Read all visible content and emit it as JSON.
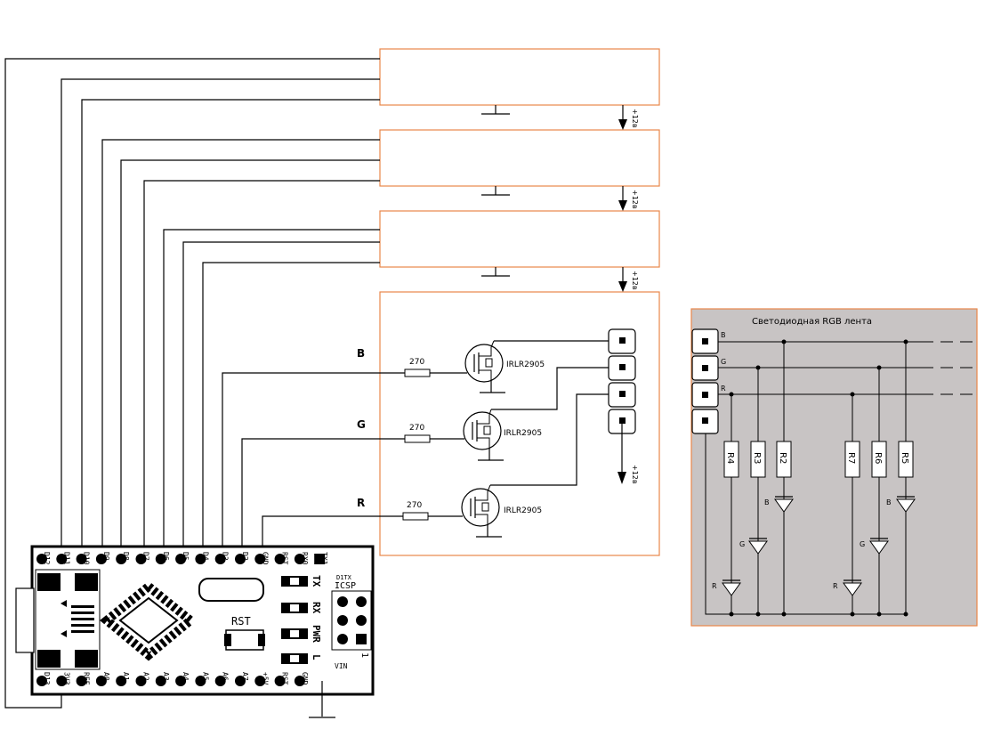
{
  "modules": {
    "supply_label": "+12в"
  },
  "driver": {
    "channels": [
      {
        "name": "B",
        "resistor": "270",
        "transistor": "IRLR2905"
      },
      {
        "name": "G",
        "resistor": "270",
        "transistor": "IRLR2905"
      },
      {
        "name": "R",
        "resistor": "270",
        "transistor": "IRLR2905"
      }
    ],
    "supply_label": "+12в"
  },
  "led_strip": {
    "title": "Светодиодная RGB лента",
    "bus_labels": [
      "B",
      "G",
      "R"
    ],
    "resistors": [
      "R4",
      "R3",
      "R2",
      "R7",
      "R6",
      "R5"
    ],
    "led_labels": [
      "B",
      "G",
      "R",
      "B",
      "G",
      "R"
    ]
  },
  "board": {
    "top_pins": [
      "D12",
      "D11",
      "D10",
      "D9",
      "D8",
      "D7",
      "D6",
      "D5",
      "D4",
      "D3",
      "D2",
      "GND",
      "RST",
      "RX0",
      "TX1"
    ],
    "bottom_pins": [
      "D13",
      "3V3",
      "REF",
      "A0",
      "A1",
      "A2",
      "A3",
      "A4",
      "A5",
      "A6",
      "A7",
      "+5V",
      "RST",
      "GND"
    ],
    "leds": [
      "TX",
      "RX",
      "PWR",
      "L"
    ],
    "icsp_label": "ICSP",
    "icsp_small": "D1TX",
    "vin_label": "VIN",
    "reset_label": "RST",
    "pin1_label": "1"
  },
  "colors": {
    "module_border": "#e8874a",
    "strip_background": "#c8c4c4",
    "strip_border": "#e8874a"
  }
}
